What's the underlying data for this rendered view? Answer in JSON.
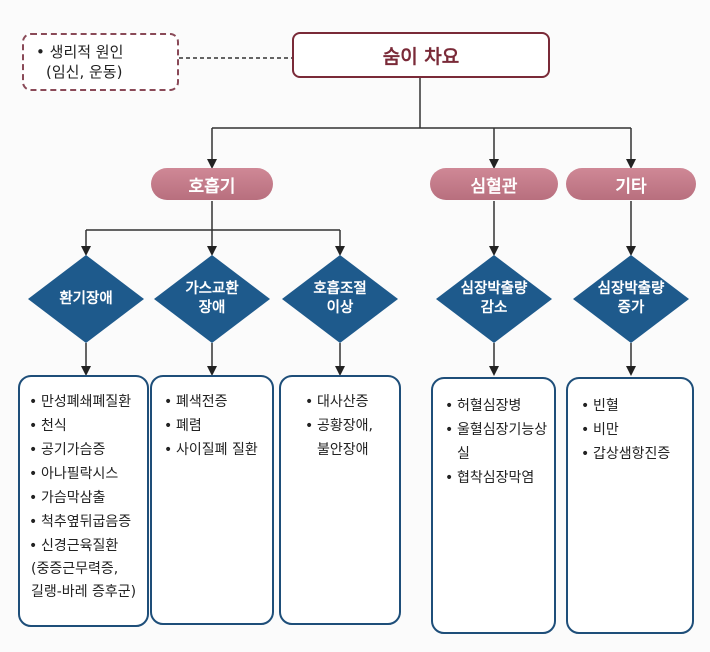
{
  "root": {
    "label": "숨이 차요"
  },
  "note": {
    "bullet": "•",
    "line1": "생리적 원인",
    "line2": "(임신, 운동)"
  },
  "categories": [
    {
      "label": "호흡기"
    },
    {
      "label": "심혈관"
    },
    {
      "label": "기타"
    }
  ],
  "mechanisms": [
    {
      "line1": "환기장애",
      "line2": ""
    },
    {
      "line1": "가스교환",
      "line2": "장애"
    },
    {
      "line1": "호흡조절",
      "line2": "이상"
    },
    {
      "line1": "심장박출량",
      "line2": "감소"
    },
    {
      "line1": "심장박출량",
      "line2": "증가"
    }
  ],
  "details": [
    {
      "items": [
        "만성폐쇄폐질환",
        "천식",
        "공기가슴증",
        "아나필락시스",
        "가슴막삼출",
        "척추옆뒤굽음증",
        "신경근육질환"
      ],
      "extra": [
        "(중증근무력증,",
        "길랭-바레 증후군)"
      ]
    },
    {
      "items": [
        "폐색전증",
        "폐렴",
        "사이질폐 질환"
      ],
      "extra": []
    },
    {
      "items": [
        "대사산증",
        "공황장애,"
      ],
      "extra": [
        "불안장애"
      ]
    },
    {
      "items": [
        "허혈심장병",
        "울혈심장기능상실",
        "협착심장막염"
      ],
      "extra": []
    },
    {
      "items": [
        "빈혈",
        "비만",
        "갑상샘항진증"
      ],
      "extra": []
    }
  ],
  "colors": {
    "root_border": "#7a2a38",
    "category_fill": "#c47d8b",
    "diamond_fill": "#1e5a8c",
    "detail_border": "#1e4e79",
    "connector": "#333333"
  }
}
